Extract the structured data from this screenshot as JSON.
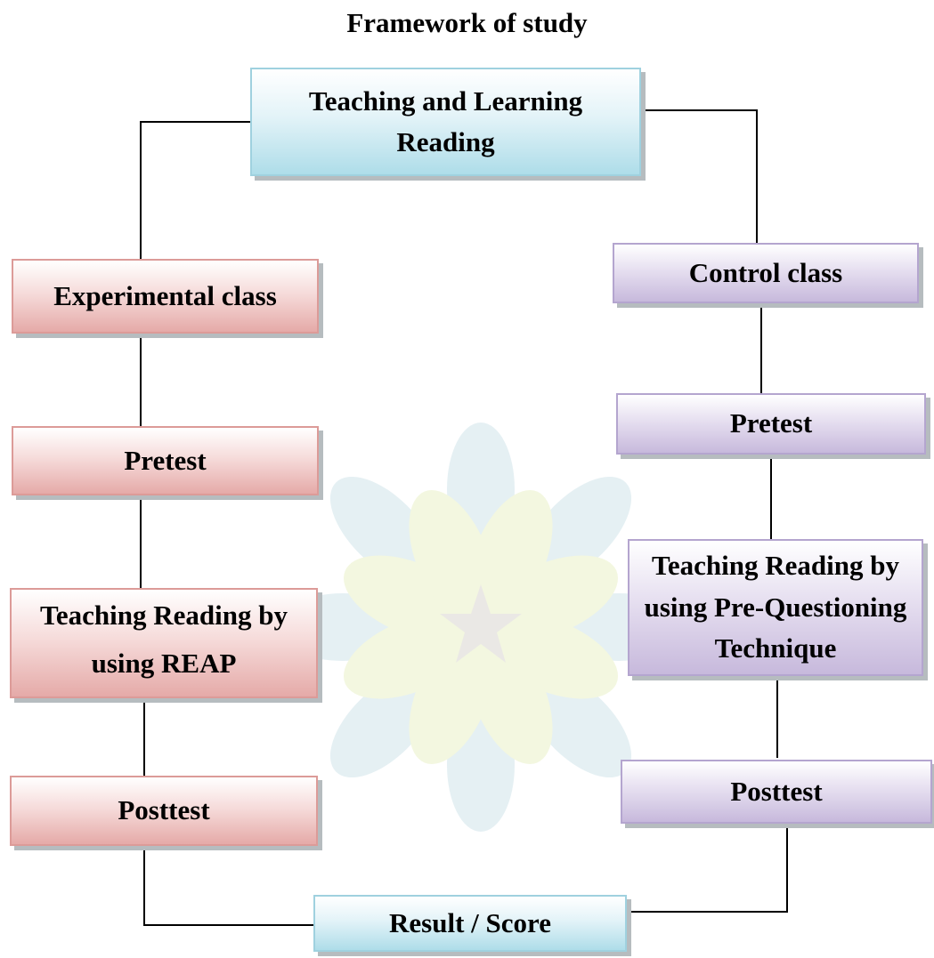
{
  "title": "Framework of study",
  "nodes": {
    "root": {
      "line1": "Teaching and Learning",
      "line2": "Reading"
    },
    "experimental": {
      "label": "Experimental class"
    },
    "exp_pretest": {
      "label": "Pretest"
    },
    "exp_treatment": {
      "line1": "Teaching Reading by",
      "line2": "using REAP"
    },
    "exp_posttest": {
      "label": "Posttest"
    },
    "control": {
      "label": "Control class"
    },
    "ctl_pretest": {
      "label": "Pretest"
    },
    "ctl_treatment": {
      "line1": "Teaching Reading by",
      "line2": "using Pre-Questioning",
      "line3": "Technique"
    },
    "ctl_posttest": {
      "label": "Posttest"
    },
    "result": {
      "label": "Result / Score"
    }
  },
  "colors": {
    "root_fill": "#aedde9",
    "experimental_fill": "#e5aaa8",
    "control_fill": "#c7b9dc",
    "result_fill": "#aedde9",
    "connector": "#000000"
  }
}
